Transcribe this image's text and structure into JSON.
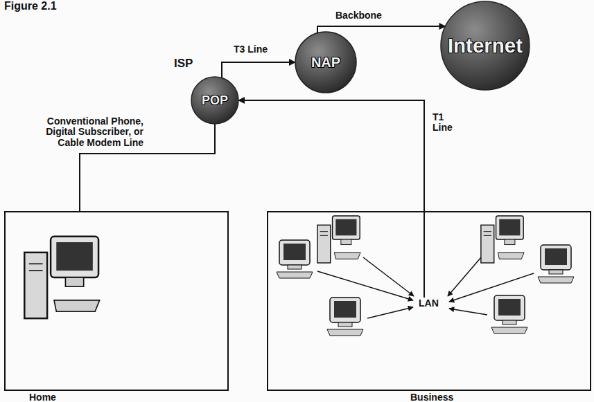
{
  "diagram": {
    "title": "Figure 2.1",
    "nodes": [
      {
        "text": [
          "Internet"
        ]
      },
      {
        "text": [
          "NAP"
        ]
      },
      {
        "text": [
          "ISP",
          "POP"
        ]
      },
      {
        "text": [
          "Home"
        ]
      },
      {
        "text": [
          "Business"
        ]
      },
      {
        "text": [
          "LAN"
        ],
        "in": 4
      }
    ],
    "edges": [
      {
        "from": 2,
        "to": 1,
        "arrow": "to",
        "label": "T3 Line"
      },
      {
        "from": 1,
        "to": 0,
        "arrow": "to",
        "label": "Backbone"
      },
      {
        "from": 3,
        "to": 2,
        "arrow": "none",
        "label": "Conventional Phone, Digital Subscriber, or Cable Modem Line"
      },
      {
        "from": 5,
        "to": 2,
        "arrow": "to",
        "label": "T1 Line"
      }
    ]
  }
}
